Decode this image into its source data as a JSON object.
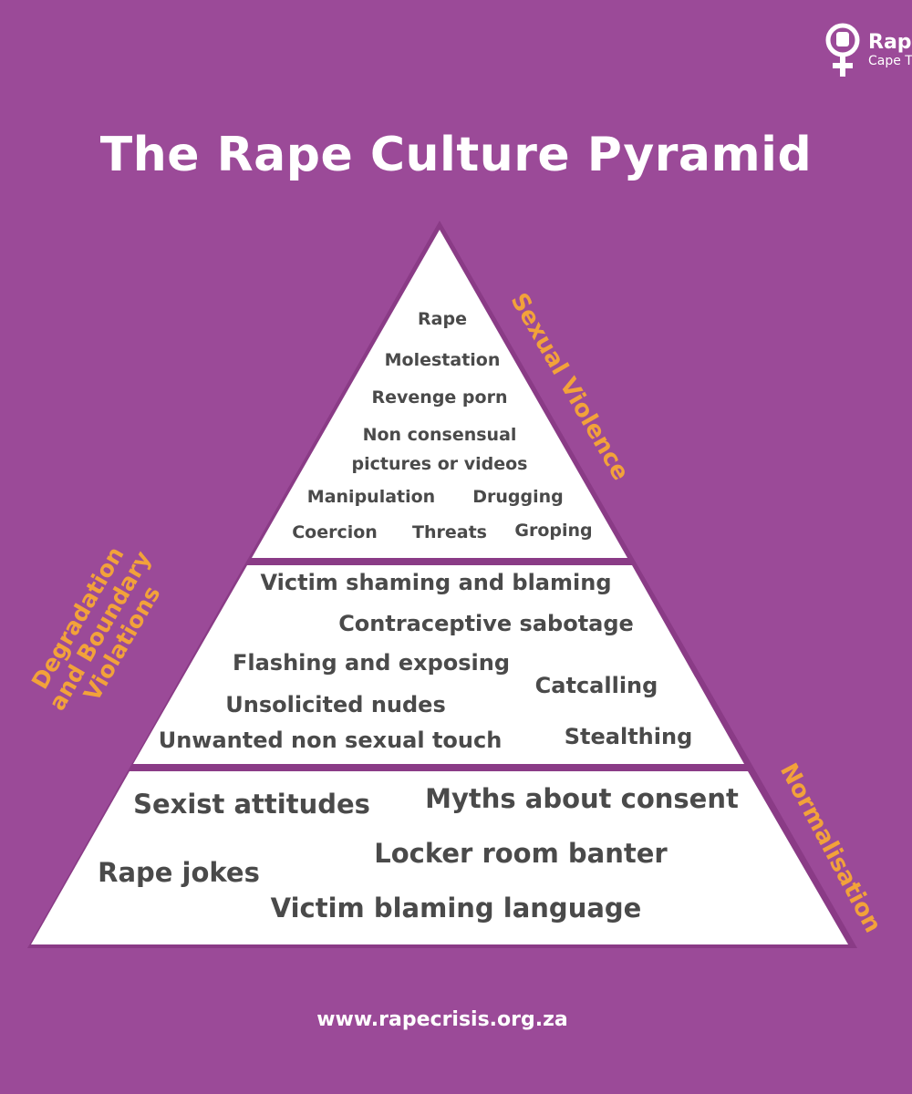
{
  "title": "The Rape Culture Pyramid",
  "logo": {
    "word": "Rape",
    "sub": "Cape T"
  },
  "colors": {
    "background": "#9b4a98",
    "pyramid_fill": "#ffffff",
    "pyramid_border": "#8a3b86",
    "item_text": "#4a4a4a",
    "side_label": "#f2a23a"
  },
  "tiers": {
    "top": {
      "side_label": "Sexual Violence",
      "items": [
        "Rape",
        "Molestation",
        "Revenge porn",
        "Non consensual",
        "pictures or videos",
        "Manipulation",
        "Drugging",
        "Coercion",
        "Threats",
        "Groping"
      ]
    },
    "middle": {
      "side_label_lines": [
        "Degradation",
        "and Boundary",
        "Violations"
      ],
      "items": [
        "Victim shaming and blaming",
        "Contraceptive sabotage",
        "Flashing and exposing",
        "Catcalling",
        "Unsolicited nudes",
        "Unwanted non sexual touch",
        "Stealthing"
      ]
    },
    "bottom": {
      "side_label": "Normalisation",
      "items": [
        "Sexist attitudes",
        "Myths about consent",
        "Locker room banter",
        "Rape jokes",
        "Victim blaming language"
      ]
    }
  },
  "footer": "www.rapecrisis.org.za"
}
